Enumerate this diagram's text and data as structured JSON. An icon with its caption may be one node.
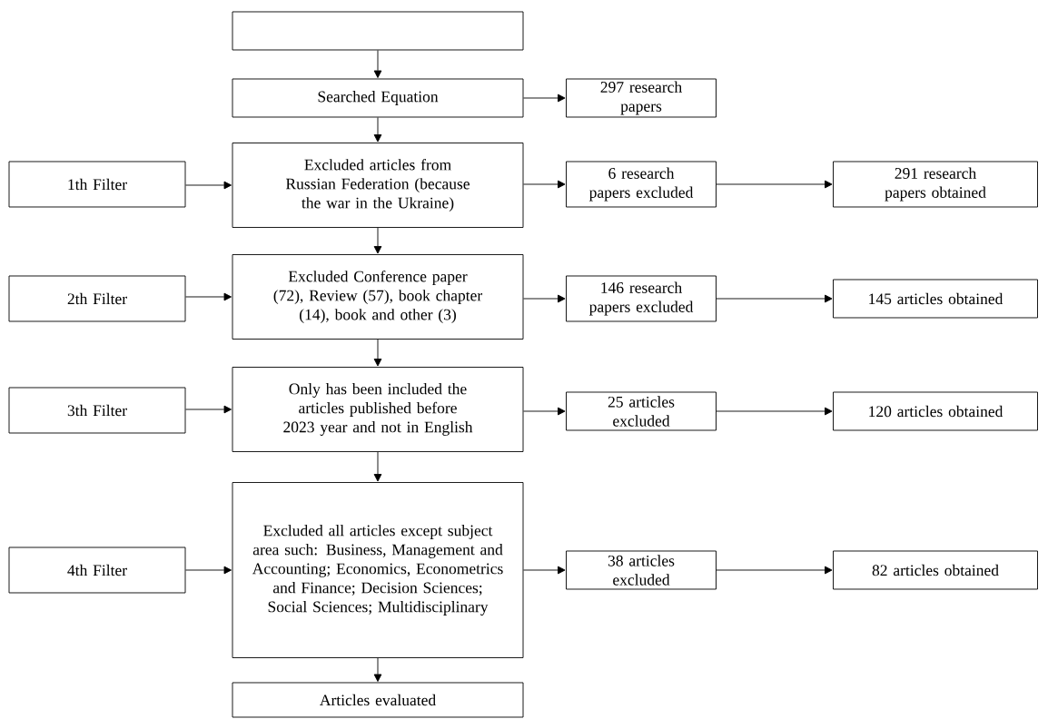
{
  "diagram": {
    "nodes": [
      {
        "text": [],
        "shape": "box"
      },
      {
        "text": [
          "Searched Equation"
        ]
      },
      {
        "text": [
          "297 research papers"
        ]
      },
      {
        "text": [
          "1th Filter"
        ]
      },
      {
        "text": [
          "Excluded articles from Russian Federation (because the war in the Ukraine)"
        ]
      },
      {
        "text": [
          "6 research papers excluded"
        ]
      },
      {
        "text": [
          "291 research papers obtained"
        ]
      },
      {
        "text": [
          "2th Filter"
        ]
      },
      {
        "text": [
          "Excluded Conference paper (72), Review (57), book chapter (14), book and other (3)"
        ]
      },
      {
        "text": [
          "146 research papers excluded"
        ]
      },
      {
        "text": [
          "145 articles obtained"
        ]
      },
      {
        "text": [
          "3th Filter"
        ]
      },
      {
        "text": [
          "Only has been included the articles published before 2023 year and not in English"
        ]
      },
      {
        "text": [
          "25 articles excluded"
        ]
      },
      {
        "text": [
          "120 articles obtained"
        ]
      },
      {
        "text": [
          "4th Filter"
        ]
      },
      {
        "text": [
          "Excluded all articles except subject area such: Business, Management and Accounting; Economics, Econometrics and Finance; Decision Sciences; Social Sciences; Multidisciplinary"
        ]
      },
      {
        "text": [
          "38 articles excluded"
        ]
      },
      {
        "text": [
          "82 articles obtained"
        ]
      },
      {
        "text": [
          "Articles evaluated"
        ]
      }
    ],
    "edges": [
      {
        "from": 0,
        "to": 1,
        "arrow": "to"
      },
      {
        "from": 1,
        "to": 2,
        "arrow": "to"
      },
      {
        "from": 1,
        "to": 4,
        "arrow": "to"
      },
      {
        "from": 3,
        "to": 4,
        "arrow": "to"
      },
      {
        "from": 4,
        "to": 5,
        "arrow": "to"
      },
      {
        "from": 5,
        "to": 6,
        "arrow": "to"
      },
      {
        "from": 4,
        "to": 8,
        "arrow": "to"
      },
      {
        "from": 7,
        "to": 8,
        "arrow": "to"
      },
      {
        "from": 8,
        "to": 9,
        "arrow": "to"
      },
      {
        "from": 9,
        "to": 10,
        "arrow": "to"
      },
      {
        "from": 8,
        "to": 12,
        "arrow": "to"
      },
      {
        "from": 11,
        "to": 12,
        "arrow": "to"
      },
      {
        "from": 12,
        "to": 13,
        "arrow": "to"
      },
      {
        "from": 13,
        "to": 14,
        "arrow": "to"
      },
      {
        "from": 12,
        "to": 16,
        "arrow": "to"
      },
      {
        "from": 15,
        "to": 16,
        "arrow": "to"
      },
      {
        "from": 16,
        "to": 17,
        "arrow": "to"
      },
      {
        "from": 17,
        "to": 18,
        "arrow": "to"
      },
      {
        "from": 16,
        "to": 19,
        "arrow": "to"
      }
    ]
  }
}
